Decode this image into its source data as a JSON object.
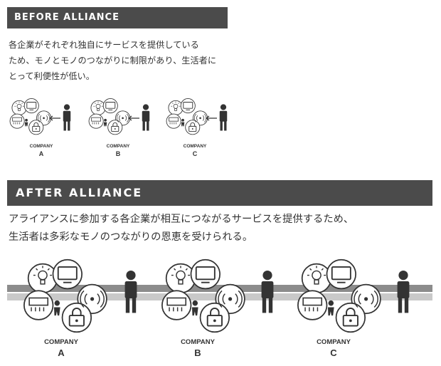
{
  "before": {
    "banner": "BEFORE ALLIANCE",
    "description_lines": [
      "各企業がそれぞれ独自にサービスを提供している",
      "ため、モノとモノのつながりに制限があり、生活者に",
      "とって利便性が低い。"
    ],
    "companies": [
      {
        "label": "COMPANY",
        "letter": "A"
      },
      {
        "label": "COMPANY",
        "letter": "B"
      },
      {
        "label": "COMPANY",
        "letter": "C"
      }
    ]
  },
  "after": {
    "banner": "AFTER ALLIANCE",
    "description_lines": [
      "アライアンスに参加する各企業が相互につながるサービスを提供するため、",
      "生活者は多彩なモノのつながりの恩恵を受けられる。"
    ],
    "companies": [
      {
        "label": "COMPANY",
        "letter": "A"
      },
      {
        "label": "COMPANY",
        "letter": "B"
      },
      {
        "label": "COMPANY",
        "letter": "C"
      }
    ]
  },
  "icons": [
    "lightbulb-icon",
    "tv-icon",
    "wireless-icon",
    "air-conditioner-icon",
    "lock-icon",
    "person-icon",
    "arrow-left-icon"
  ],
  "colors": {
    "banner": "#4b4b4b",
    "band_top": "#8c8c8c",
    "band_bottom": "#c9c9c9",
    "icon": "#333333"
  }
}
